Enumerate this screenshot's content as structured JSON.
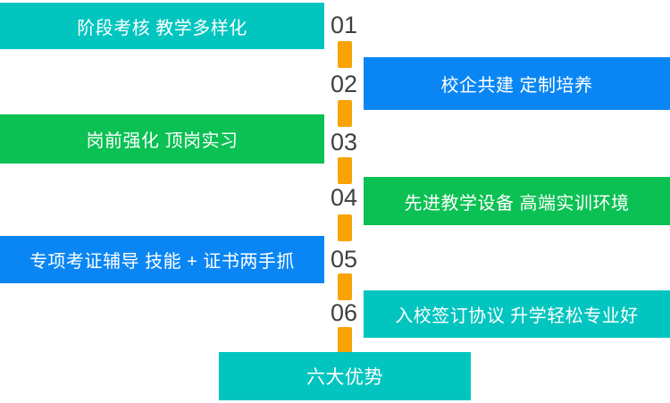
{
  "colors": {
    "teal": "#02C5BF",
    "green": "#0BC153",
    "blue": "#0A86F4",
    "orange": "#F9A306",
    "number_text": "#3F3F3F",
    "box_text": "#FFFFFF",
    "background": "#FFFFFF"
  },
  "rows": [
    {
      "num": "01",
      "side": "left",
      "label": "阶段考核 教学多样化",
      "color": "#02C5BF"
    },
    {
      "num": "02",
      "side": "right",
      "label": "校企共建 定制培养",
      "color": "#0A86F4"
    },
    {
      "num": "03",
      "side": "left",
      "label": "岗前强化 顶岗实习",
      "color": "#0BC153"
    },
    {
      "num": "04",
      "side": "right",
      "label": "先进教学设备 高端实训环境",
      "color": "#0BC153"
    },
    {
      "num": "05",
      "side": "left",
      "label": "专项考证辅导 技能 + 证书两手抓",
      "color": "#0A86F4"
    },
    {
      "num": "06",
      "side": "right",
      "label": "入校签订协议 升学轻松专业好",
      "color": "#02C5BF"
    }
  ],
  "footer": {
    "label": "六大优势",
    "color": "#02C5BF"
  }
}
